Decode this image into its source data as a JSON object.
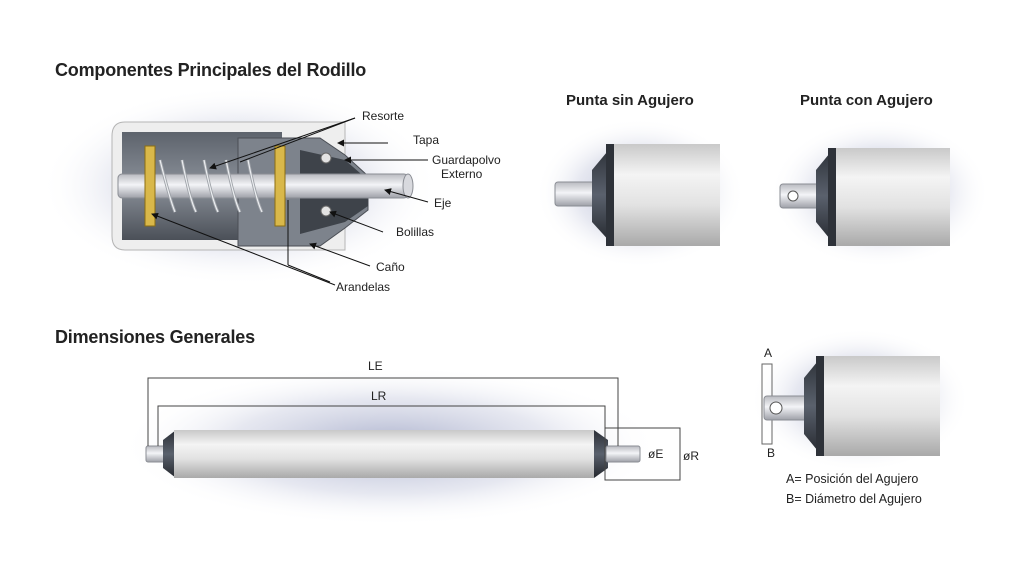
{
  "sections": {
    "components_title": "Componentes Principales del Rodillo",
    "dimensions_title": "Dimensiones Generales"
  },
  "tips": {
    "without_hole": "Punta sin Agujero",
    "with_hole": "Punta con Agujero"
  },
  "component_labels": {
    "spring": "Resorte",
    "cap": "Tapa",
    "dust_guard_line1": "Guardapolvo",
    "dust_guard_line2": "Externo",
    "shaft": "Eje",
    "balls": "Bolillas",
    "tube": "Caño",
    "washers": "Arandelas"
  },
  "dimension_labels": {
    "le": "LE",
    "lr": "LR",
    "oe": "øE",
    "or": "øR",
    "a": "A",
    "b": "B"
  },
  "notes": {
    "a_note": "A= Posición del Agujero",
    "b_note": "B= Diámetro del Agujero"
  },
  "colors": {
    "tube": "#e6e6e6",
    "endcap": "#3a3f48",
    "washer": "#d9b84a",
    "shaft": "#dcdde2",
    "glow": "#9aa2c4"
  }
}
